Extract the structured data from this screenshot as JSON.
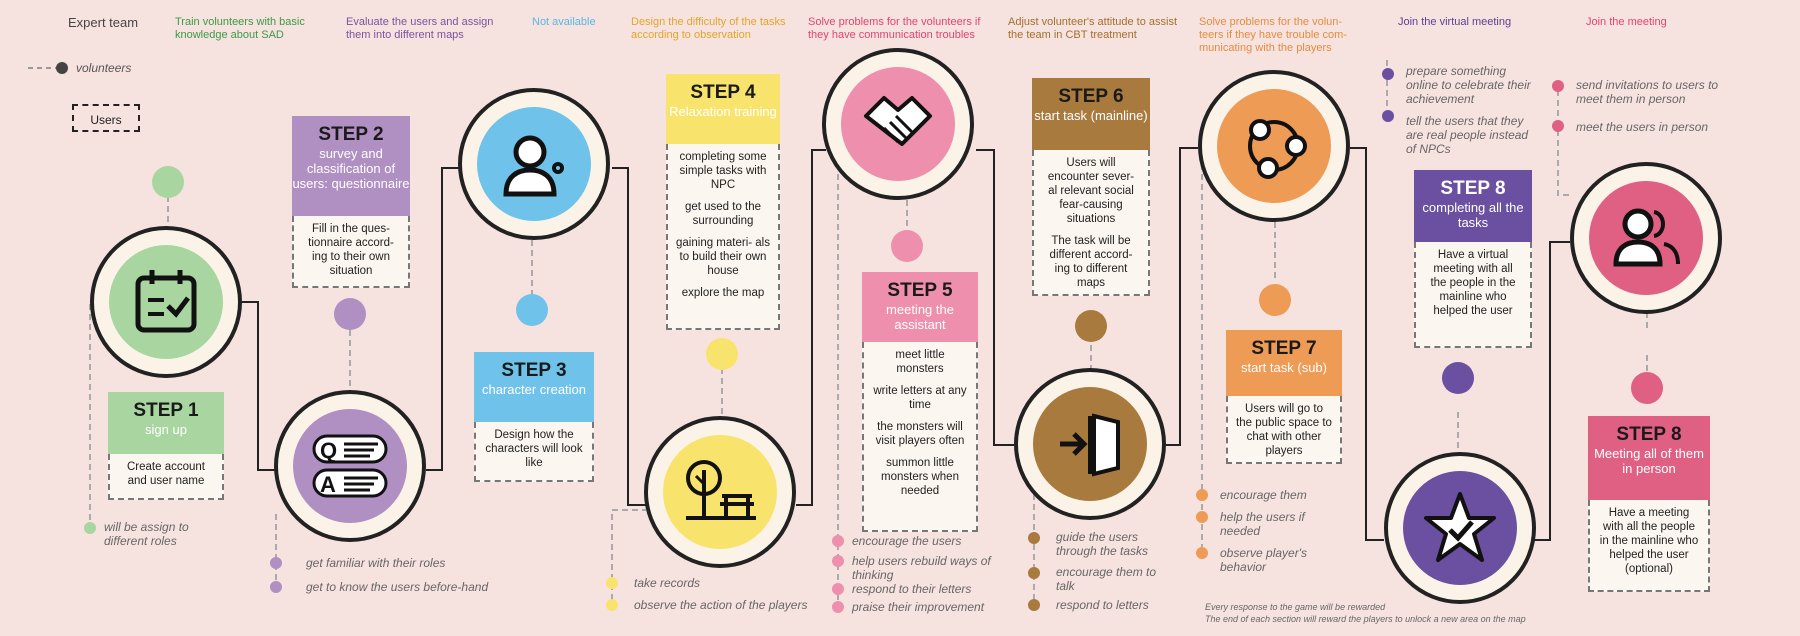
{
  "header": {
    "expert_team": "Expert team",
    "col1": "Train volunteers with basic knowledge about SAD",
    "col2": "Evaluate the users and assign them into different maps",
    "col3": "Not available",
    "col4": "Design the difficulty of the tasks according to observation",
    "col5": "Solve problems for the volunteers if they have communication troubles",
    "col6": "Adjust volunteer's attitude to assist the team in CBT treatment",
    "col7": "Solve problems for the volun- teers if they have trouble com- municating with the players",
    "col8": "Join the virtual meeting",
    "col9": "Join the meeting"
  },
  "legend": {
    "volunteers": "volunteers",
    "users": "Users"
  },
  "steps": [
    {
      "title": "STEP 1",
      "sub": "sign up",
      "body": [
        "Create account and user name"
      ],
      "color": "#a8d5a0",
      "dot": "#a8d5a0"
    },
    {
      "title": "STEP 2",
      "sub": "survey and classification of users: questionnaire",
      "body": [
        "Fill in the ques- tionnaire accord- ing to their own situation"
      ],
      "color": "#b08fc2",
      "dot": "#b08fc2"
    },
    {
      "title": "STEP 3",
      "sub": "character creation",
      "body": [
        "Design how the characters will look like"
      ],
      "color": "#6fc3ea",
      "dot": "#6fc3ea"
    },
    {
      "title": "STEP 4",
      "sub": "Relaxation training",
      "body": [
        "completing some simple tasks with NPC",
        "get used to the surrounding",
        "gaining materi- als to build their own house",
        "explore the map"
      ],
      "color": "#f8e36c",
      "dot": "#f8e36c"
    },
    {
      "title": "STEP 5",
      "sub": "meeting the assistant",
      "body": [
        "meet little monsters",
        "write letters at any time",
        "the monsters will visit players often",
        "summon little monsters when needed"
      ],
      "color": "#ee8fae",
      "dot": "#ee8fae"
    },
    {
      "title": "STEP 6",
      "sub": "start task (mainline)",
      "body": [
        "Users will encounter sever- al relevant social fear-causing situations",
        "The task will be different accord- ing to different maps"
      ],
      "color": "#a87a3e",
      "dot": "#a87a3e"
    },
    {
      "title": "STEP 7",
      "sub": "start task (sub)",
      "body": [
        "Users will go to the public space to chat with other players"
      ],
      "color": "#ed9b55",
      "dot": "#ed9b55"
    },
    {
      "title": "STEP 8",
      "sub": "completing all the tasks",
      "body": [
        "Have a virtual meeting with all the people in the mainline who helped the user"
      ],
      "color": "#6b4fa0",
      "dot": "#6b4fa0"
    },
    {
      "title": "STEP 8",
      "sub": "Meeting all of them in person",
      "body": [
        "Have a meeting with all the people in the mainline who helped the user (optional)"
      ],
      "color": "#e06084",
      "dot": "#e06084"
    }
  ],
  "volunteer_notes": {
    "s1": [
      "will be assign to different roles"
    ],
    "s2": [
      "get familiar with their roles",
      "get to know the users before-hand"
    ],
    "s4": [
      "take records",
      "observe the action of the players"
    ],
    "s5": [
      "encourage the users",
      "help users rebuild ways of thinking",
      "respond to their letters",
      "praise their improvement"
    ],
    "s6": [
      "guide the users through the tasks",
      "encourage them to talk",
      "respond to letters"
    ],
    "s7": [
      "encourage them",
      "help the users if needed",
      "observe player's behavior"
    ],
    "s8a": [
      "prepare something online to celebrate their achievement",
      "tell the users that they are real people instead of NPCs"
    ],
    "s8b": [
      "send invitations to users to meet them in person",
      "meet the users in person"
    ]
  },
  "footnotes": [
    "Every response to the game will be rewarded",
    "The end of each section will reward the players to unlock a new area on the map"
  ],
  "icons": [
    "calendar-check-icon",
    "qa-icon",
    "user-gear-icon",
    "tree-bench-icon",
    "handshake-icon",
    "enter-door-icon",
    "share-network-icon",
    "star-check-icon",
    "users-icon"
  ]
}
